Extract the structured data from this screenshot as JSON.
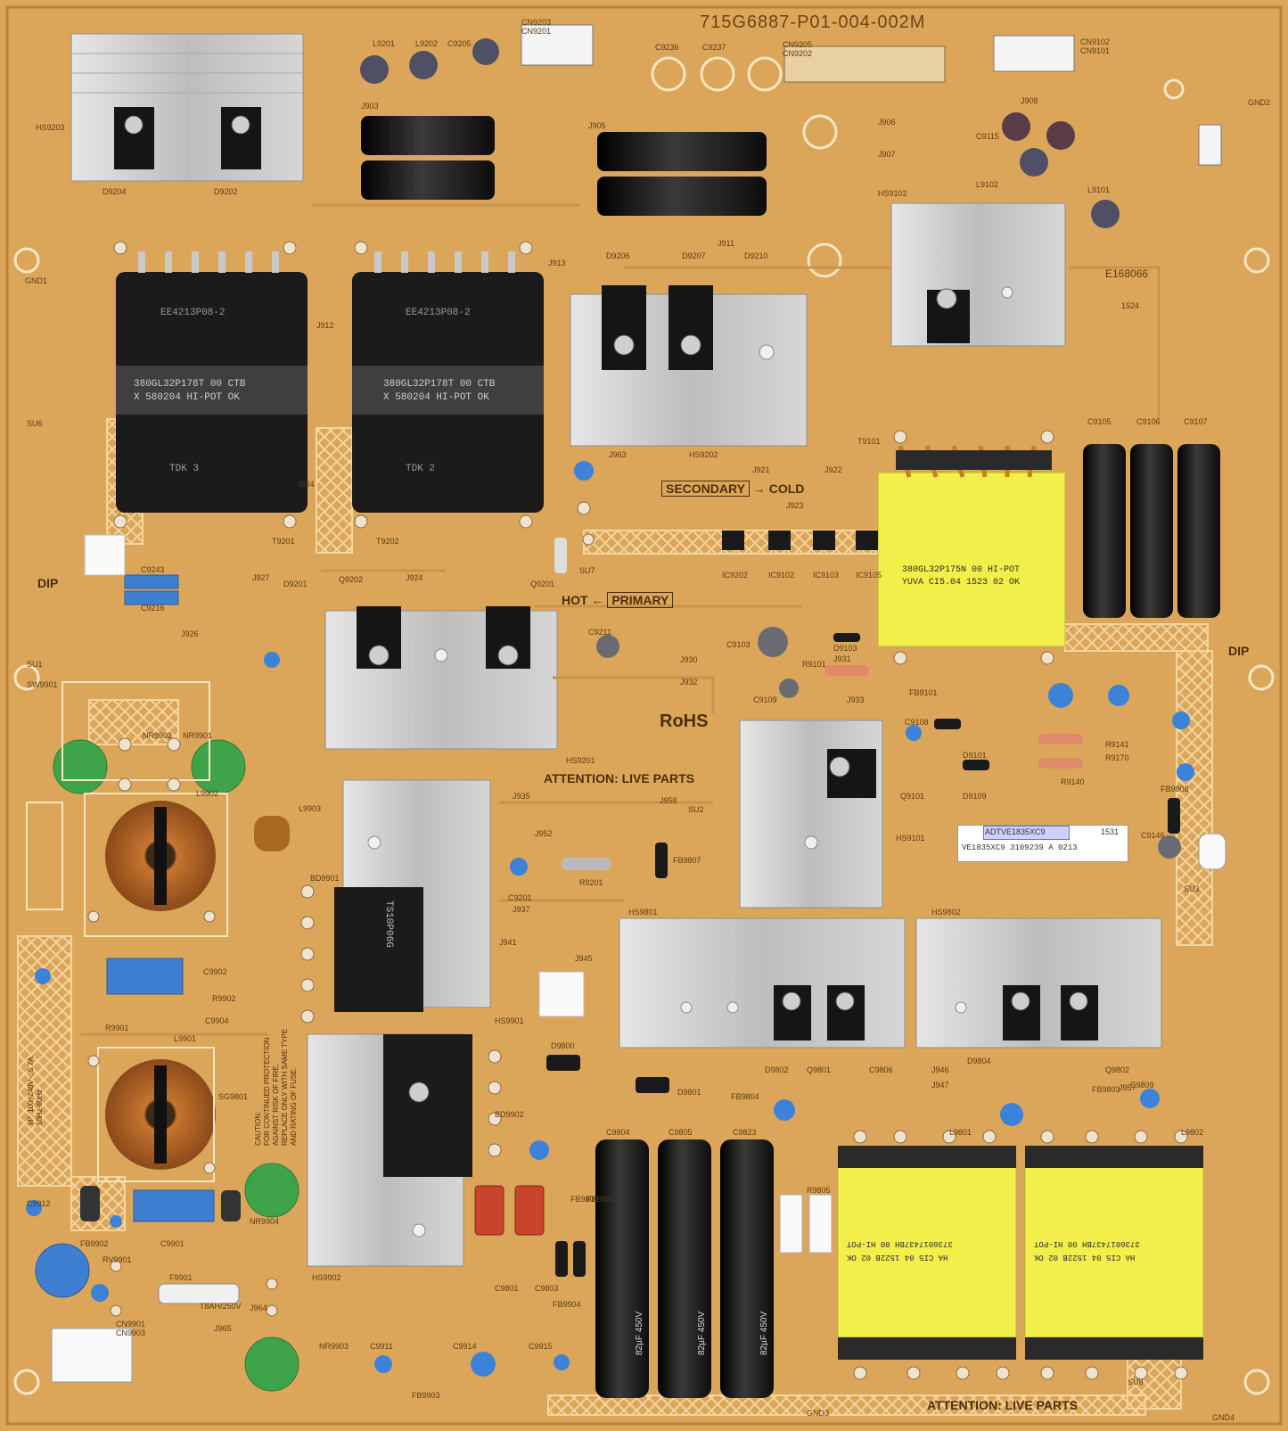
{
  "board": {
    "part_number": "715G6887-P01-004-002M",
    "rohs": "RoHS",
    "secondary": "SECONDARY",
    "cold": "COLD",
    "hot": "HOT",
    "primary": "PRIMARY",
    "attention_live_mid": "ATTENTION: LIVE PARTS",
    "attention_live_bottom": "ATTENTION: LIVE PARTS",
    "dip_left": "DIP",
    "dip_right": "DIP",
    "e_number": "E168066",
    "date_code": "1524",
    "caution_lines": [
      "CAUTION:",
      "FOR CONTINUED PROTECTION",
      "AGAINST RISK OF FIRE,",
      "REPLACE ONLY WITH SAME TYPE",
      "AND RATING OF FUSE."
    ],
    "input_lines": [
      "I/P: 100~240V~, 5.7A,",
      "50Hz-60Hz"
    ],
    "fuse_rating": "T8AH/250V",
    "colors": {
      "board": "#dca65a",
      "heatsink": "#c9c9c9",
      "transformer_yellow": "#f2ef4a",
      "capacitor_black": "#1c1c1c",
      "varistor_green": "#3fa34a"
    }
  },
  "transformers": [
    {
      "line1": "EE4213P08-2",
      "line2": "380GL32P178T  00 CTB",
      "line3": "X 580204 HI-POT OK",
      "line4": "TDK  3"
    },
    {
      "line1": "EE4213P08-2",
      "line2": "380GL32P178T  00 CTB",
      "line3": "X 580204 HI-POT OK",
      "line4": "TDK  2"
    },
    {
      "line1": "380GL32P175N   00   HI-POT",
      "line2": "YUVA CI5.04 1523 02 OK"
    },
    {
      "line1": "3736017437BH    00   HI-POT",
      "line2": "HA  CI5 04 1522B 02  OK"
    },
    {
      "line1": "3736017437BH    00   HI-POT",
      "line2": "HA  CI5 04 1522B 02  OK"
    }
  ],
  "big_caps": [
    {
      "label": "82µF 450V"
    },
    {
      "label": "82µF 450V"
    },
    {
      "label": "82µF 450V"
    }
  ],
  "sticker": {
    "code": "ADTVE1835XC9",
    "line2": "VE1835XC9 3109239 A 0213",
    "number": "1531"
  },
  "bridge": {
    "label": "TS10P06G"
  },
  "refs": [
    "C9236",
    "C9237",
    "CN9205",
    "CN9202",
    "CN9203",
    "CN9201",
    "CN9102",
    "CN9101",
    "L9201",
    "L9202",
    "C9205",
    "HS9203",
    "D9204",
    "D9202",
    "J903",
    "J905",
    "J906",
    "J907",
    "J908",
    "C9115",
    "L9102",
    "L9101",
    "HS9102",
    "D9206",
    "D9207",
    "D9210",
    "J911",
    "J912",
    "J913",
    "T9201",
    "T9202",
    "SU4",
    "SU6",
    "SU7",
    "J963",
    "HS9202",
    "J921",
    "J922",
    "J923",
    "IC9202",
    "IC9102",
    "IC9103",
    "IC9105",
    "T9101",
    "C9105",
    "C9106",
    "C9107",
    "Q9202",
    "Q9201",
    "J924",
    "J926",
    "J927",
    "D9201",
    "C9243",
    "C9216",
    "SU1",
    "SW9901",
    "NR9902",
    "NR9901",
    "L9902",
    "L9903",
    "HS9201",
    "C9211",
    "J930",
    "J932",
    "C9103",
    "R9101",
    "D9103",
    "J931",
    "J933",
    "FB9101",
    "C9109",
    "C9108",
    "D9101",
    "D9109",
    "Q9101",
    "R9141",
    "R9170",
    "R9140",
    "J935",
    "J952",
    "J958",
    "SU2",
    "HS9101",
    "BD9901",
    "C9201",
    "R9201",
    "FB9807",
    "HS9801",
    "J937",
    "J941",
    "J945",
    "HS9802",
    "SU3",
    "C9146",
    "FB9808",
    "C9902",
    "L9901",
    "R9901",
    "C9904",
    "R9902",
    "HS9901",
    "D9800",
    "D9802",
    "Q9801",
    "D9804",
    "Q9802",
    "J946",
    "J947",
    "J957",
    "FB9803",
    "C9809",
    "D9801",
    "FB9804",
    "C9804",
    "C9805",
    "C9823",
    "C9806",
    "L9801",
    "L9802",
    "BD9902",
    "SG9801",
    "C9912",
    "FB9902",
    "C9901",
    "RV9901",
    "F9901",
    "NR9904",
    "CN9901",
    "CN9903",
    "J964",
    "J965",
    "HS9902",
    "NR9903",
    "C9911",
    "C9914",
    "C9915",
    "FB9903",
    "FB9800",
    "FB9801",
    "C9801",
    "C9803",
    "FB9904",
    "R9805",
    "SU8",
    "GND1",
    "GND2",
    "GND3",
    "GND4"
  ]
}
